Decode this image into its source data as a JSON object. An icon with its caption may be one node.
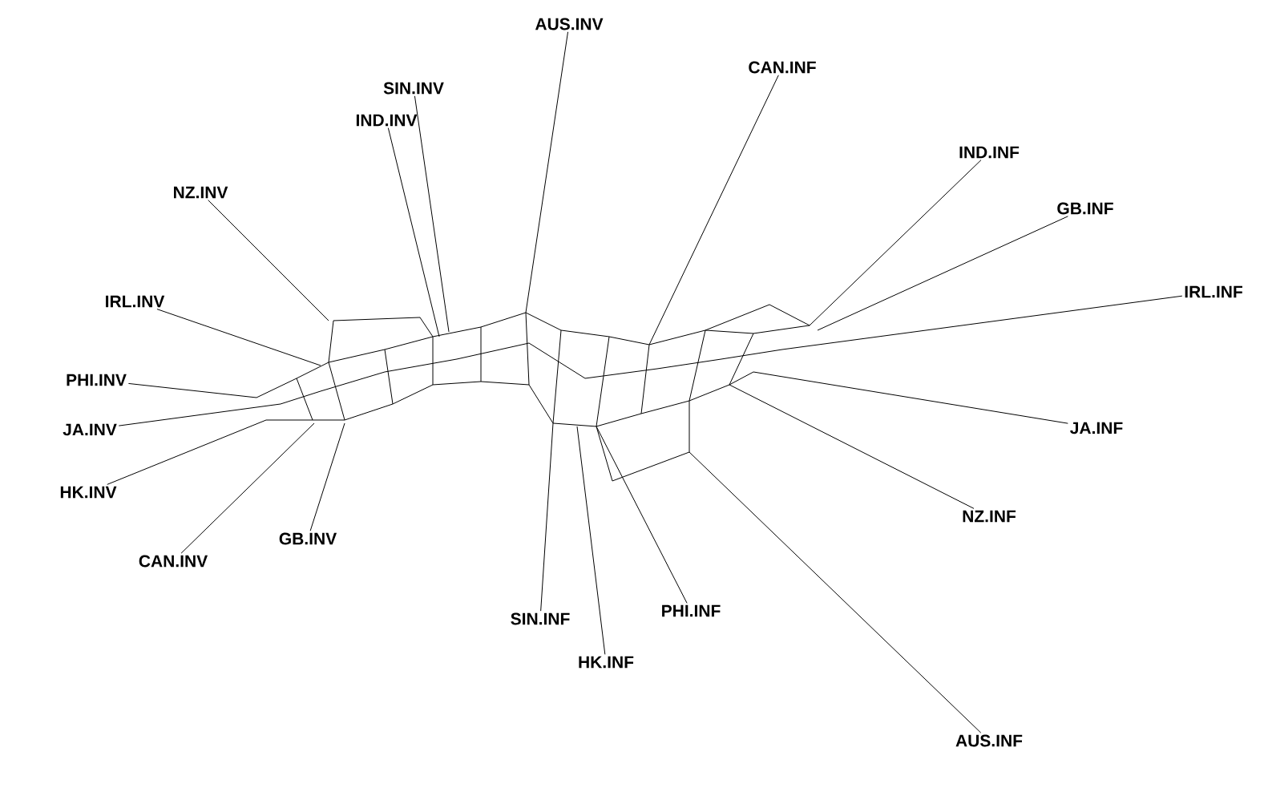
{
  "diagram": {
    "nodes": [
      {
        "text": [
          "AUS.INV"
        ]
      },
      {
        "text": [
          "CAN.INF"
        ]
      },
      {
        "text": [
          "SIN.INV"
        ]
      },
      {
        "text": [
          "IND.INV"
        ]
      },
      {
        "text": [
          "IND.INF"
        ]
      },
      {
        "text": [
          "NZ.INV"
        ]
      },
      {
        "text": [
          "GB.INF"
        ]
      },
      {
        "text": [
          "IRL.INV"
        ]
      },
      {
        "text": [
          "IRL.INF"
        ]
      },
      {
        "text": [
          "PHI.INV"
        ]
      },
      {
        "text": [
          "JA.INV"
        ]
      },
      {
        "text": [
          "JA.INF"
        ]
      },
      {
        "text": [
          "HK.INV"
        ]
      },
      {
        "text": [
          "NZ.INF"
        ]
      },
      {
        "text": [
          "CAN.INV"
        ]
      },
      {
        "text": [
          "GB.INV"
        ]
      },
      {
        "text": [
          "PHI.INF"
        ]
      },
      {
        "text": [
          "SIN.INF"
        ]
      },
      {
        "text": [
          "HK.INF"
        ]
      },
      {
        "text": [
          "AUS.INF"
        ]
      },
      {
        "text": [],
        "shape": "network"
      }
    ],
    "edges": [
      {
        "from": 0,
        "to": 20,
        "arrow": "none"
      },
      {
        "from": 1,
        "to": 20,
        "arrow": "none"
      },
      {
        "from": 2,
        "to": 20,
        "arrow": "none"
      },
      {
        "from": 3,
        "to": 20,
        "arrow": "none"
      },
      {
        "from": 4,
        "to": 20,
        "arrow": "none"
      },
      {
        "from": 5,
        "to": 20,
        "arrow": "none"
      },
      {
        "from": 6,
        "to": 20,
        "arrow": "none"
      },
      {
        "from": 7,
        "to": 20,
        "arrow": "none"
      },
      {
        "from": 8,
        "to": 20,
        "arrow": "none"
      },
      {
        "from": 9,
        "to": 20,
        "arrow": "none"
      },
      {
        "from": 10,
        "to": 20,
        "arrow": "none"
      },
      {
        "from": 11,
        "to": 20,
        "arrow": "none"
      },
      {
        "from": 12,
        "to": 20,
        "arrow": "none"
      },
      {
        "from": 13,
        "to": 20,
        "arrow": "none"
      },
      {
        "from": 14,
        "to": 20,
        "arrow": "none"
      },
      {
        "from": 15,
        "to": 20,
        "arrow": "none"
      },
      {
        "from": 16,
        "to": 20,
        "arrow": "none"
      },
      {
        "from": 17,
        "to": 20,
        "arrow": "none"
      },
      {
        "from": 18,
        "to": 20,
        "arrow": "none"
      },
      {
        "from": 19,
        "to": 20,
        "arrow": "none"
      }
    ]
  }
}
